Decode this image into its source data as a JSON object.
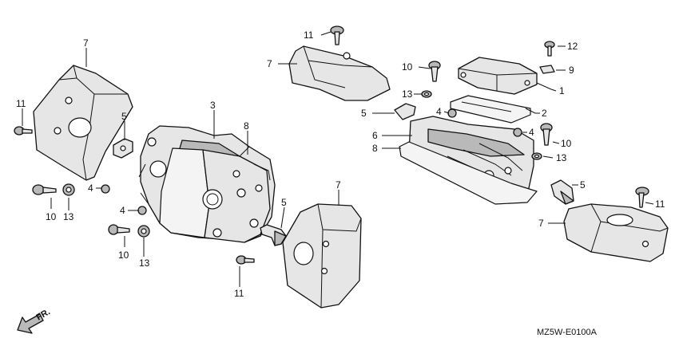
{
  "diagram": {
    "callouts": {
      "c7_left_cover": "7",
      "c11_left_bolt": "11",
      "c5_left_holder": "5",
      "c3_head": "3",
      "c8_gasket_front": "8",
      "c4_left_washer": "4",
      "c10_left_upper": "10",
      "c13_left_upper": "13",
      "c4_left_lower": "4",
      "c10_left_lower": "10",
      "c13_left_lower": "13",
      "c5_mid_holder": "5",
      "c7_mid_cover": "7",
      "c11_mid_bolt": "11",
      "c11_top_bolt": "11",
      "c7_top_cover": "7",
      "c10_top": "10",
      "c13_top": "13",
      "c5_top_holder": "5",
      "c12_bolt": "12",
      "c9_clip": "9",
      "c1_cover": "1",
      "c2_gasket": "2",
      "c4_right_a": "4",
      "c4_right_b": "4",
      "c6_head": "6",
      "c8_gasket_rear": "8",
      "c10_right": "10",
      "c13_right": "13",
      "c5_right_holder": "5",
      "c11_right_bolt": "11",
      "c7_right_cover": "7"
    },
    "front_arrow_label": "FR.",
    "diagram_code": "MZ5W-E0100A"
  }
}
